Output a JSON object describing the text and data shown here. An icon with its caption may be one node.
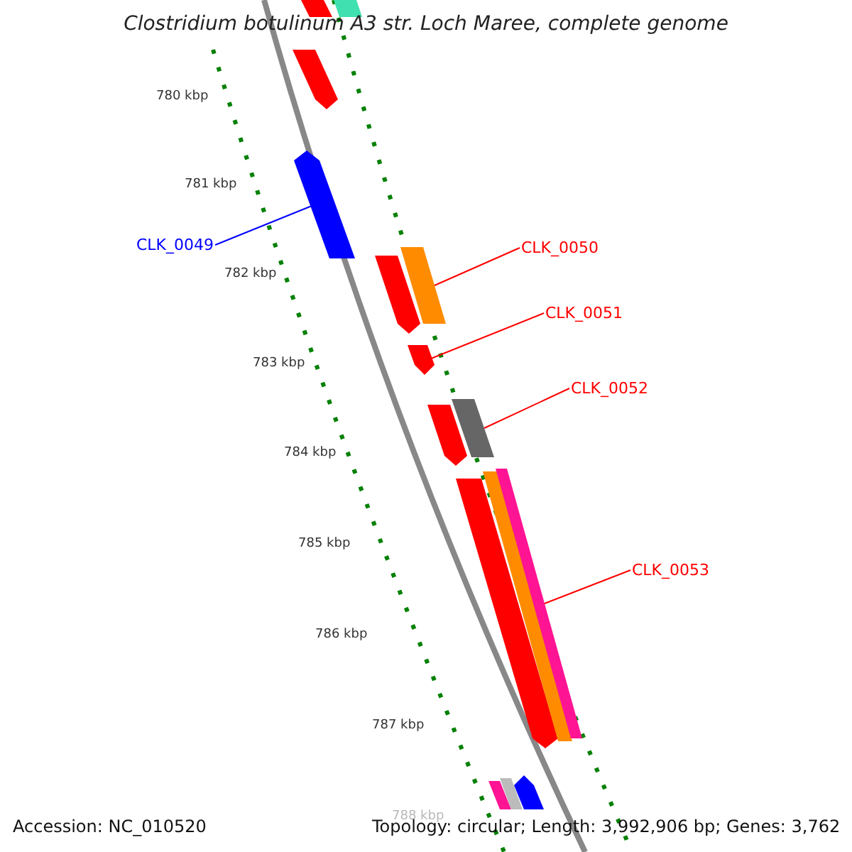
{
  "diagram": {
    "title": "Clostridium botulinum A3 str. Loch Maree, complete genome",
    "nodes": [
      {
        "text": [
          "CLK_0049"
        ]
      },
      {
        "text": [],
        "shape": "bar"
      },
      {
        "text": [
          "CLK_0050"
        ]
      },
      {
        "text": [],
        "shape": "bar"
      },
      {
        "text": [
          "CLK_0051"
        ]
      },
      {
        "text": [],
        "shape": "bar"
      },
      {
        "text": [
          "CLK_0052"
        ]
      },
      {
        "text": [],
        "shape": "bar"
      },
      {
        "text": [
          "CLK_0053"
        ]
      },
      {
        "text": [],
        "shape": "bar"
      }
    ],
    "edges": [
      {
        "from": 0,
        "to": 1,
        "arrow": "none",
        "color": "#0000ff"
      },
      {
        "from": 2,
        "to": 3,
        "arrow": "none"
      },
      {
        "from": 4,
        "to": 5,
        "arrow": "none"
      },
      {
        "from": 6,
        "to": 7,
        "arrow": "none"
      },
      {
        "from": 8,
        "to": 9,
        "arrow": "none"
      }
    ],
    "labels": [
      "780 kbp",
      "781 kbp",
      "782 kbp",
      "783 kbp",
      "784 kbp",
      "785 kbp",
      "786 kbp",
      "787 kbp",
      "788 kbp",
      "Accession: NC_010520",
      "Topology: circular; Length: 3,992,906 bp; Genes: 3,762"
    ]
  }
}
